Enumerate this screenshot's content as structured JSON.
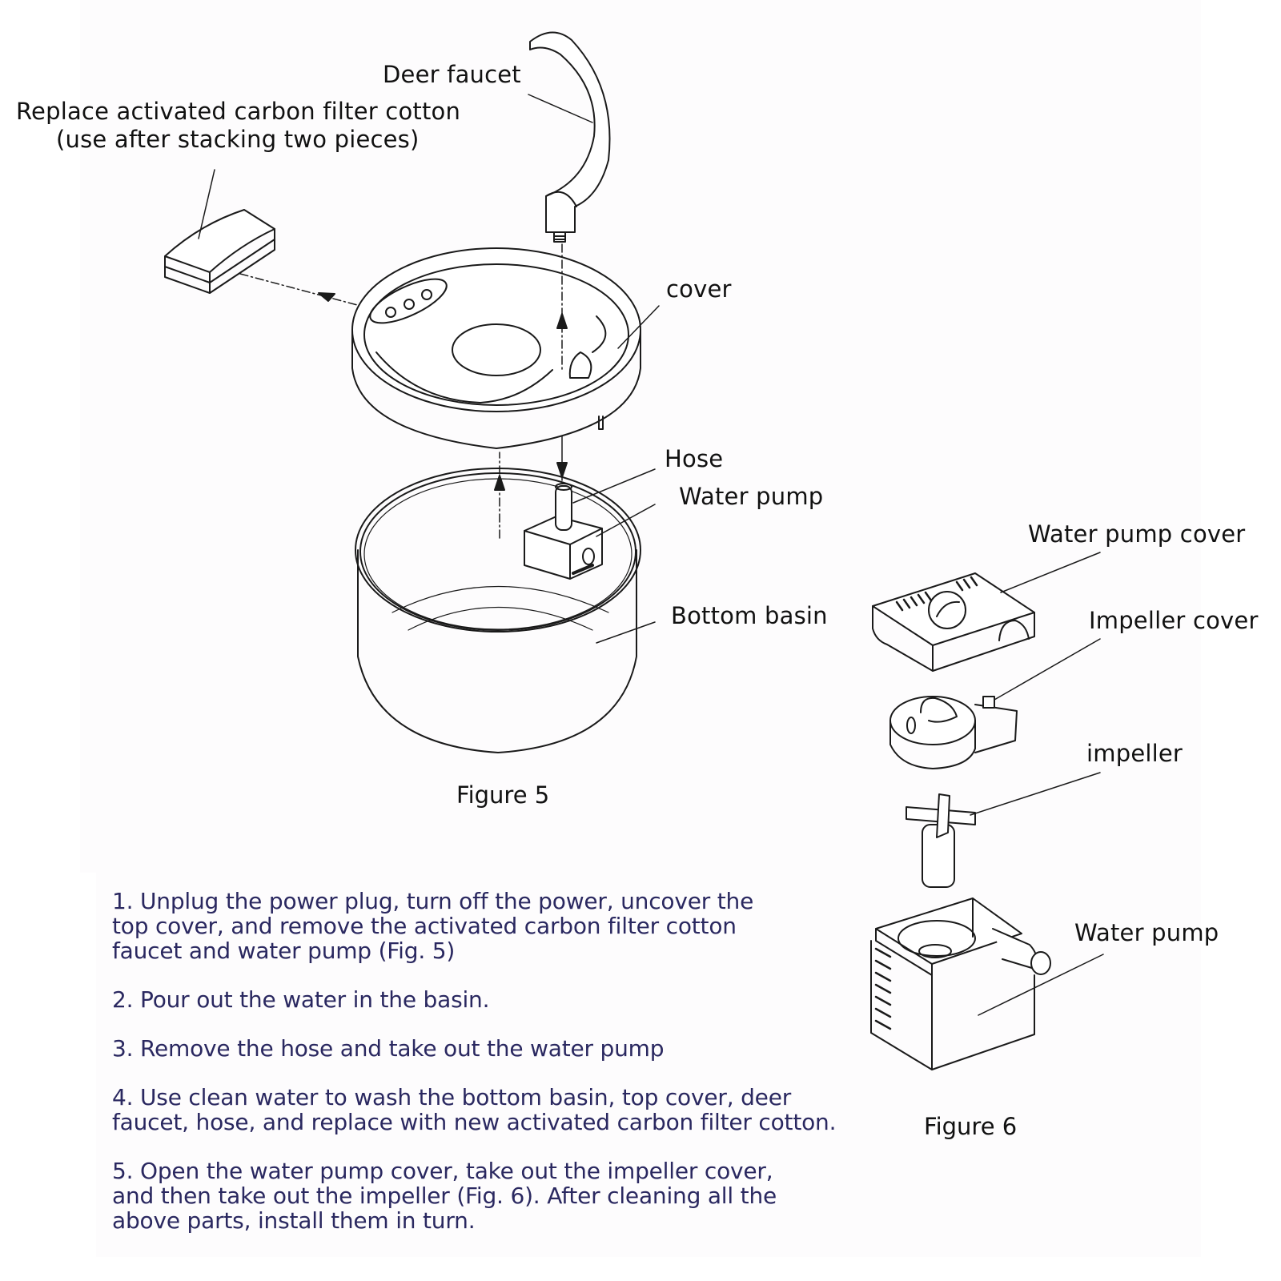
{
  "figure5": {
    "caption": "Figure 5",
    "labels": {
      "deer_faucet": "Deer faucet",
      "filter_line1": "Replace activated carbon filter cotton",
      "filter_line2": "(use after stacking two pieces)",
      "cover": "cover",
      "hose": "Hose",
      "water_pump": "Water pump",
      "bottom_basin": "Bottom basin"
    }
  },
  "figure6": {
    "caption": "Figure 6",
    "labels": {
      "water_pump_cover": "Water pump cover",
      "impeller_cover": "Impeller cover",
      "impeller": "impeller",
      "water_pump": "Water pump"
    }
  },
  "instructions": [
    "1. Unplug the power plug, turn off the power, uncover the\ntop cover, and remove the activated carbon filter cotton\nfaucet and water pump (Fig. 5)",
    "2. Pour out the water in the basin.",
    "3. Remove the hose and take out the water pump",
    "4. Use clean water to wash the bottom basin, top cover, deer\nfaucet, hose, and replace with new activated carbon filter cotton.",
    "5. Open the water pump cover, take out the impeller cover,\nand then take out the impeller (Fig. 6). After cleaning all the\nabove parts, install them in turn."
  ],
  "colors": {
    "label_text": "#111111",
    "instruction_text": "#2a2860",
    "line_art": "#1a1a1a"
  }
}
